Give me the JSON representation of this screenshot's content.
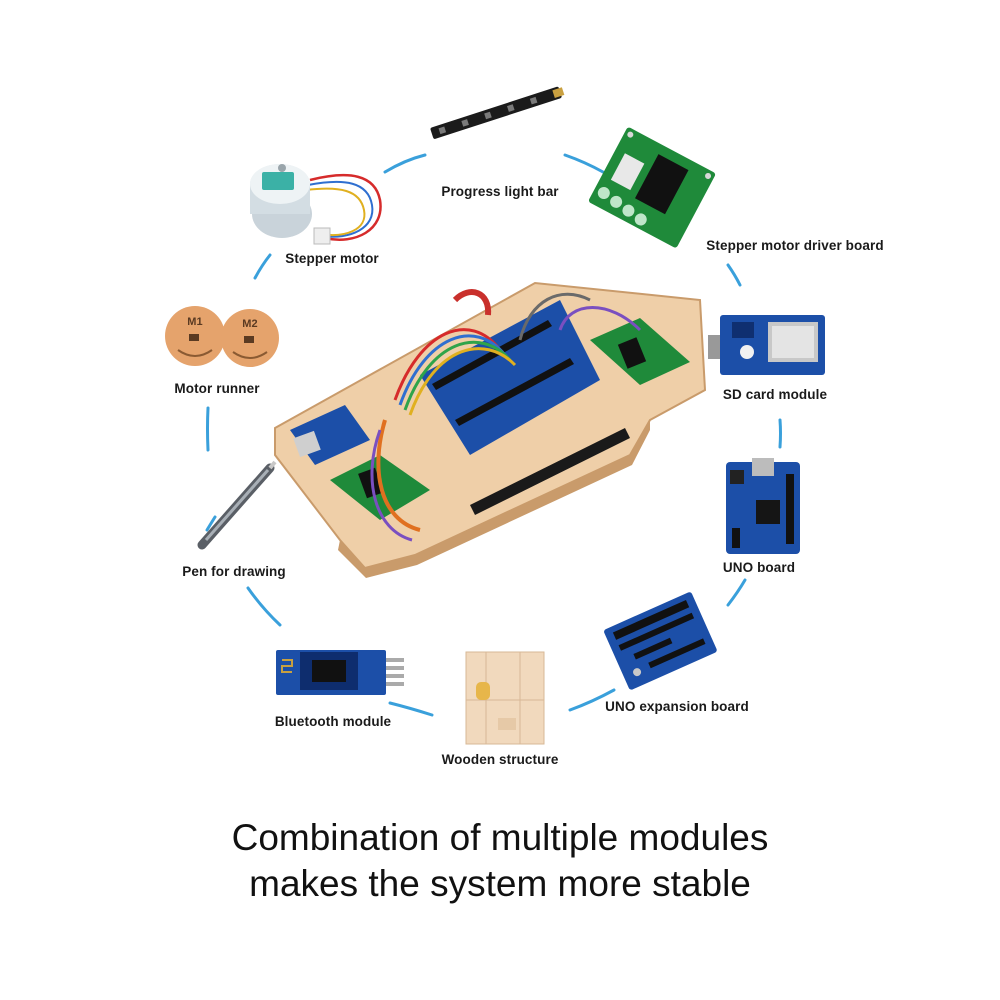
{
  "modules": {
    "progress_light_bar": "Progress light bar",
    "stepper_motor_driver_board": "Stepper motor driver board",
    "sd_card_module": "SD card module",
    "uno_board": "UNO board",
    "uno_expansion_board": "UNO expansion board",
    "wooden_structure": "Wooden structure",
    "bluetooth_module": "Bluetooth module",
    "pen_for_drawing": "Pen for drawing",
    "motor_runner": "Motor runner",
    "stepper_motor": "Stepper motor"
  },
  "runner_marks": {
    "m1": "M1",
    "m2": "M2"
  },
  "caption": {
    "line1": "Combination of multiple modules",
    "line2": "makes the system more stable"
  },
  "colors": {
    "connector_arc": "#3aa0db",
    "pcb_blue": "#1c4fa8",
    "pcb_green": "#1f8a3a",
    "wood": "#e9c9a5"
  }
}
